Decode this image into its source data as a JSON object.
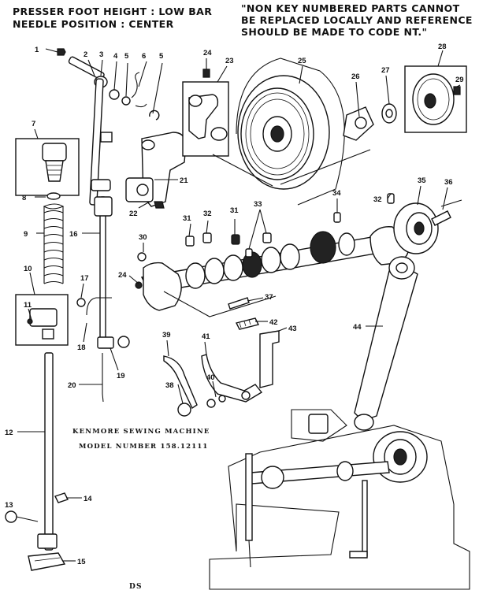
{
  "header": {
    "left_line1": "PRESSER FOOT HEIGHT : LOW BAR",
    "left_line2": "NEEDLE POSITION : CENTER",
    "right_line1": "\"NON KEY NUMBERED PARTS CANNOT",
    "right_line2": "BE REPLACED LOCALLY AND REFERENCE",
    "right_line3": "SHOULD BE MADE TO CODE NT.\""
  },
  "caption": {
    "line1": "KENMORE SEWING MACHINE",
    "line2": "MODEL NUMBER 158.12111"
  },
  "footer_code": "DS",
  "callouts": [
    "1",
    "2",
    "3",
    "4",
    "5",
    "6",
    "5",
    "7",
    "8",
    "9",
    "10",
    "11",
    "12",
    "13",
    "14",
    "15",
    "16",
    "17",
    "18",
    "19",
    "20",
    "21",
    "22",
    "23",
    "24",
    "24",
    "25",
    "26",
    "27",
    "28",
    "29",
    "30",
    "31",
    "32",
    "31",
    "33",
    "34",
    "32",
    "35",
    "36",
    "37",
    "38",
    "39",
    "40",
    "41",
    "42",
    "43",
    "44"
  ]
}
